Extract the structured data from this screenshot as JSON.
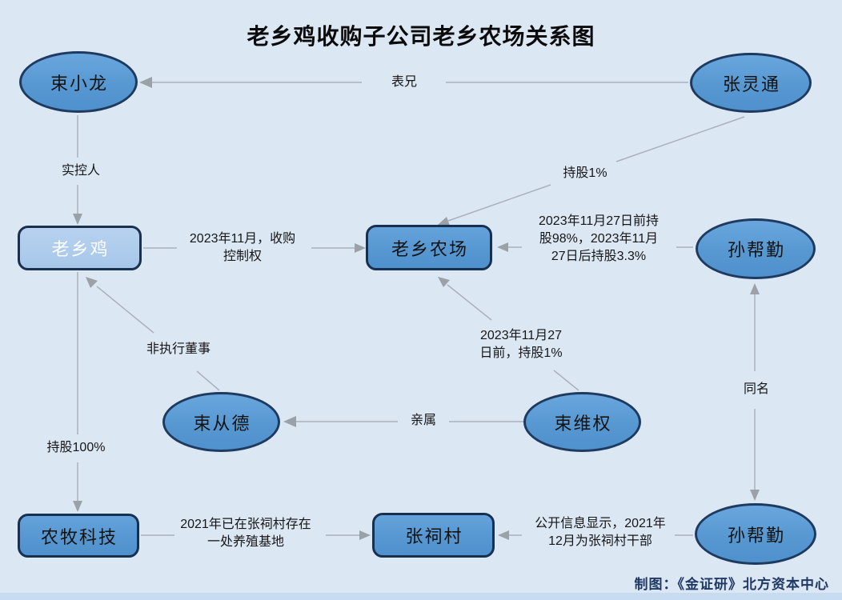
{
  "title": "老乡鸡收购子公司老乡农场关系图",
  "credit": "制图：《金证研》北方资本中心",
  "nodes": {
    "shu_xiaolong": "束小龙",
    "zhang_lingtong": "张灵通",
    "laoxiangji": "老乡鸡",
    "laoxiang_farm": "老乡农场",
    "sun_bangqin_top": "孙帮勤",
    "shu_congde": "束从德",
    "shu_weiquan": "束维权",
    "nongmu_tech": "农牧科技",
    "zhangci_village": "张祠村",
    "sun_bangqin_bottom": "孙帮勤"
  },
  "edges": {
    "cousin": {
      "label": "表兄"
    },
    "actual_controller": {
      "label": "实控人"
    },
    "hold_1pct": {
      "label": "持股1%"
    },
    "acquire": {
      "lines": [
        "2023年11月，收购",
        "控制权"
      ]
    },
    "sun_holding": {
      "lines": [
        "2023年11月27日前持",
        "股98%，2023年11月",
        "27日后持股3.3%"
      ]
    },
    "non_exec_director": {
      "label": "非执行董事"
    },
    "relative": {
      "label": "亲属"
    },
    "weiquan_holding": {
      "lines": [
        "2023年11月27",
        "日前，持股1%"
      ]
    },
    "same_name": {
      "label": "同名"
    },
    "hold_100pct": {
      "label": "持股100%"
    },
    "farm_base": {
      "lines": [
        "2021年已在张祠村存在",
        "一处养殖基地"
      ]
    },
    "village_cadre": {
      "lines": [
        "公开信息显示，2021年",
        "12月为张祠村干部"
      ]
    }
  },
  "colors": {
    "background": "#dce7f4",
    "node_blue": "#5b9bd5",
    "node_light_blue": "#aecbea",
    "node_border": "#1d3a5e",
    "edge_gray": "#aab1bb",
    "credit_navy": "#1f3864"
  }
}
